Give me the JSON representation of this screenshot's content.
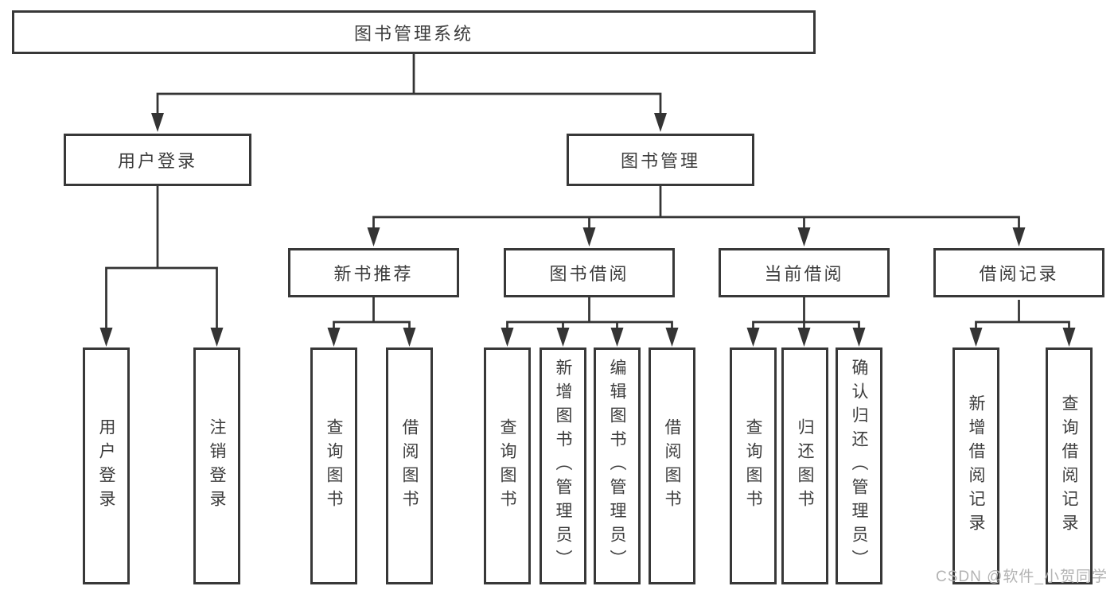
{
  "diagram_type": "hierarchy-tree",
  "tree": {
    "label": "图书管理系统",
    "children": [
      {
        "label": "用户登录",
        "children": [
          {
            "label": "用户登录"
          },
          {
            "label": "注销登录"
          }
        ]
      },
      {
        "label": "图书管理",
        "children": [
          {
            "label": "新书推荐",
            "children": [
              {
                "label": "查询图书"
              },
              {
                "label": "借阅图书"
              }
            ]
          },
          {
            "label": "图书借阅",
            "children": [
              {
                "label": "查询图书"
              },
              {
                "label": "新增图书（管理员）"
              },
              {
                "label": "编辑图书（管理员）"
              },
              {
                "label": "借阅图书"
              }
            ]
          },
          {
            "label": "当前借阅",
            "children": [
              {
                "label": "查询图书"
              },
              {
                "label": "归还图书"
              },
              {
                "label": "确认归还（管理员）"
              }
            ]
          },
          {
            "label": "借阅记录",
            "children": [
              {
                "label": "新增借阅记录"
              },
              {
                "label": "查询借阅记录"
              }
            ]
          }
        ]
      }
    ]
  },
  "watermark": {
    "text": "CSDN @软件_小贺同学"
  },
  "colors": {
    "line": "#343434",
    "box_border": "#383838",
    "text": "#3c3c3c",
    "background": "#ffffff",
    "watermark": "#b3b3b3"
  }
}
